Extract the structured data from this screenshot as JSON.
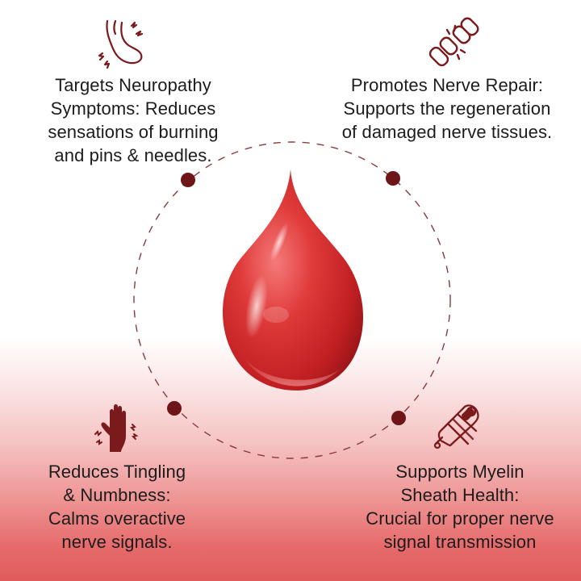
{
  "features": {
    "top_left": {
      "icon": "foot-nerve-icon",
      "lines": [
        "Targets Neuropathy",
        "Symptoms: Reduces",
        "sensations of burning",
        "and pins & needles."
      ]
    },
    "top_right": {
      "icon": "broken-chain-icon",
      "lines": [
        "Promotes Nerve Repair:",
        "Supports the regeneration",
        "of damaged nerve tissues."
      ]
    },
    "bottom_left": {
      "icon": "tingling-hand-icon",
      "lines": [
        "Reduces Tingling",
        "& Numbness:",
        "Calms overactive",
        "nerve signals."
      ]
    },
    "bottom_right": {
      "icon": "myelin-sheath-icon",
      "lines": [
        "Supports Myelin",
        "Sheath Health:",
        "Crucial for proper nerve",
        "signal transmission"
      ]
    }
  },
  "colors": {
    "accent": "#7a1a1c",
    "drop_light": "#f07070",
    "drop_mid": "#d42a2a",
    "drop_dark": "#9c1418",
    "dot": "#6e1518"
  }
}
